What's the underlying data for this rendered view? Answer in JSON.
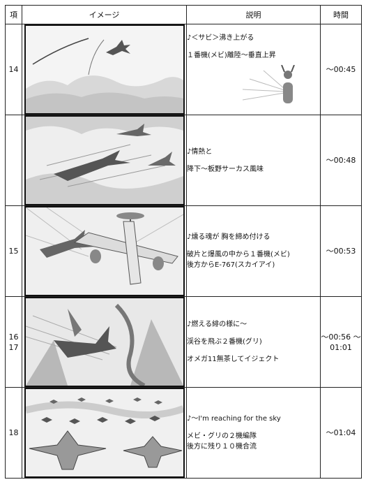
{
  "header": {
    "no": "項",
    "image": "イメージ",
    "description": "説明",
    "time": "時間"
  },
  "rows": [
    {
      "no": [
        "14"
      ],
      "description": [
        {
          "text": "♪＜サビ＞沸き上がる",
          "gap": false
        },
        {
          "text": "１番機(メビ)離陸～垂直上昇",
          "gap": true
        }
      ],
      "time": [
        "～00:45"
      ]
    },
    {
      "no": [
        ""
      ],
      "description": [
        {
          "text": "♪情熱と",
          "gap": false
        },
        {
          "text": "降下～板野サーカス風味",
          "gap": true
        }
      ],
      "time": [
        "～00:48"
      ]
    },
    {
      "no": [
        "15"
      ],
      "description": [
        {
          "text": "♪燻る魂が 胸を締め付ける",
          "gap": false
        },
        {
          "text": "破片と爆風の中から１番機(メビ)",
          "gap": true
        },
        {
          "text": "後方からE-767(スカイアイ)",
          "gap": false
        }
      ],
      "time": [
        "～00:53"
      ]
    },
    {
      "no": [
        "16",
        "17"
      ],
      "description": [
        {
          "text": "♪燃える緋の様に～",
          "gap": false
        },
        {
          "text": "渓谷を飛ぶ２番機(グリ)",
          "gap": true
        },
        {
          "text": "オメガ11無茶してイジェクト",
          "gap": true
        }
      ],
      "time": [
        "～00:56",
        "～01:01"
      ]
    },
    {
      "no": [
        "18"
      ],
      "description": [
        {
          "text": "♪～I'm reaching for the sky",
          "gap": false
        },
        {
          "text": "メビ・グリの２機編隊",
          "gap": true
        },
        {
          "text": "後方に残り１０機合流",
          "gap": false
        }
      ],
      "time": [
        "～01:04"
      ]
    }
  ]
}
